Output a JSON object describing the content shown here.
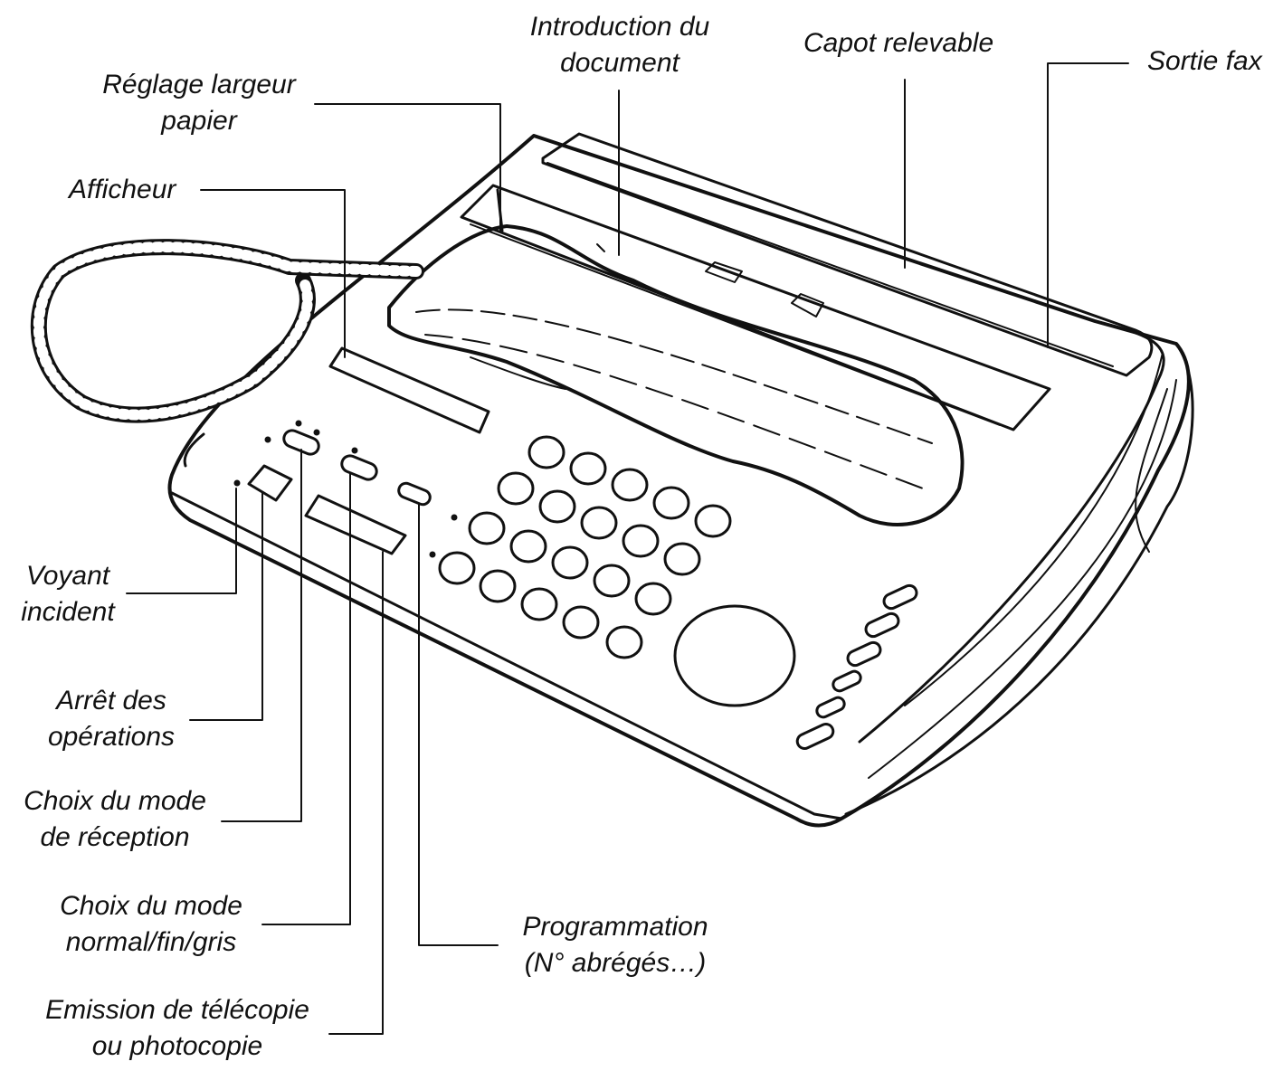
{
  "labels": {
    "introduction": [
      "Introduction du",
      "document"
    ],
    "capot": "Capot relevable",
    "sortie": "Sortie fax",
    "reglage": [
      "Réglage largeur",
      "papier"
    ],
    "afficheur": "Afficheur",
    "voyant": [
      "Voyant",
      "incident"
    ],
    "arret": [
      "Arrêt des",
      "opérations"
    ],
    "reception": [
      "Choix du mode",
      "de réception"
    ],
    "normal": [
      "Choix du mode",
      "normal/fin/gris"
    ],
    "programmation": [
      "Programmation",
      "(N° abrégés…)"
    ],
    "emission": [
      "Emission de télécopie",
      "ou photocopie"
    ]
  },
  "colors": {
    "ink": "#111111",
    "paper": "#ffffff"
  }
}
